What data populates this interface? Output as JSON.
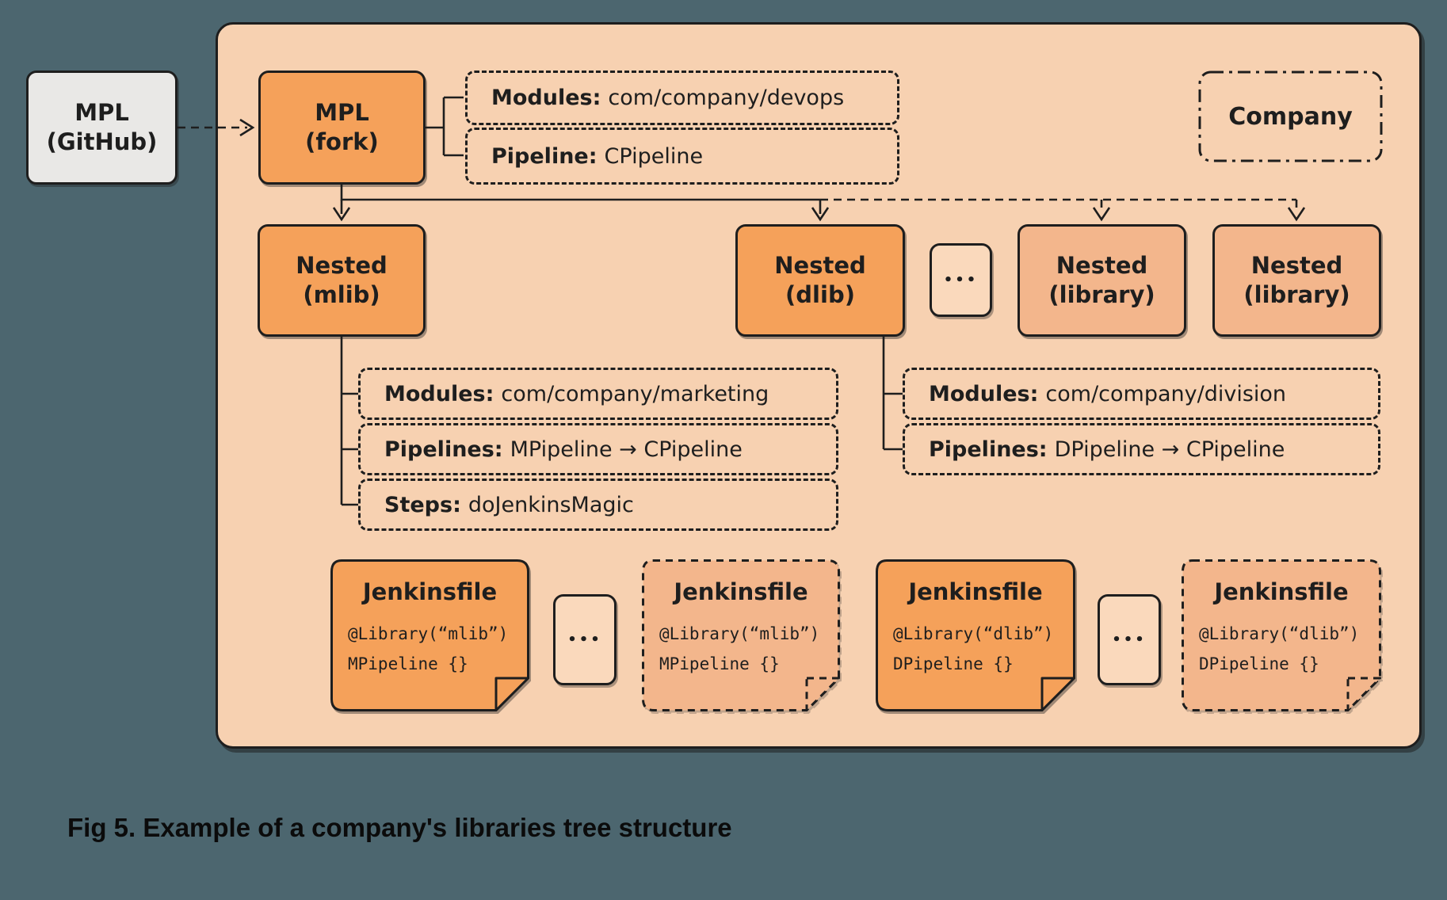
{
  "caption": "Fig 5. Example of a company's libraries tree structure",
  "company_label": "Company",
  "ellipsis": "•••",
  "github_node": {
    "line1": "MPL",
    "line2": "(GitHub)"
  },
  "fork_node": {
    "line1": "MPL",
    "line2": "(fork)"
  },
  "fork_details": [
    {
      "label": "Modules:",
      "value": "com/company/devops"
    },
    {
      "label": "Pipeline:",
      "value": "CPipeline"
    }
  ],
  "nested_nodes": {
    "mlib": {
      "line1": "Nested",
      "line2": "(mlib)"
    },
    "dlib": {
      "line1": "Nested",
      "line2": "(dlib)"
    },
    "lib1": {
      "line1": "Nested",
      "line2": "(library)"
    },
    "lib2": {
      "line1": "Nested",
      "line2": "(library)"
    }
  },
  "mlib_details": [
    {
      "label": "Modules:",
      "value": "com/company/marketing"
    },
    {
      "label": "Pipelines:",
      "value": "MPipeline → CPipeline"
    },
    {
      "label": "Steps:",
      "value": "doJenkinsMagic"
    }
  ],
  "dlib_details": [
    {
      "label": "Modules:",
      "value": "com/company/division"
    },
    {
      "label": "Pipelines:",
      "value": "DPipeline → CPipeline"
    }
  ],
  "jenkinsfiles": [
    {
      "title": "Jenkinsfile",
      "code1": "@Library(“mlib”)",
      "code2": "MPipeline {}"
    },
    {
      "title": "Jenkinsfile",
      "code1": "@Library(“mlib”)",
      "code2": "MPipeline {}"
    },
    {
      "title": "Jenkinsfile",
      "code1": "@Library(“dlib”)",
      "code2": "DPipeline {}"
    },
    {
      "title": "Jenkinsfile",
      "code1": "@Library(“dlib”)",
      "code2": "DPipeline {}"
    }
  ],
  "colors": {
    "page_bg": "#4c666f",
    "container_bg": "#f7d1b1",
    "node_orange": "#f5a15a",
    "node_salmon": "#f3b68c",
    "node_light": "#fad9bc",
    "node_gray": "#e9e8e6",
    "ink": "#1e1e1e"
  }
}
